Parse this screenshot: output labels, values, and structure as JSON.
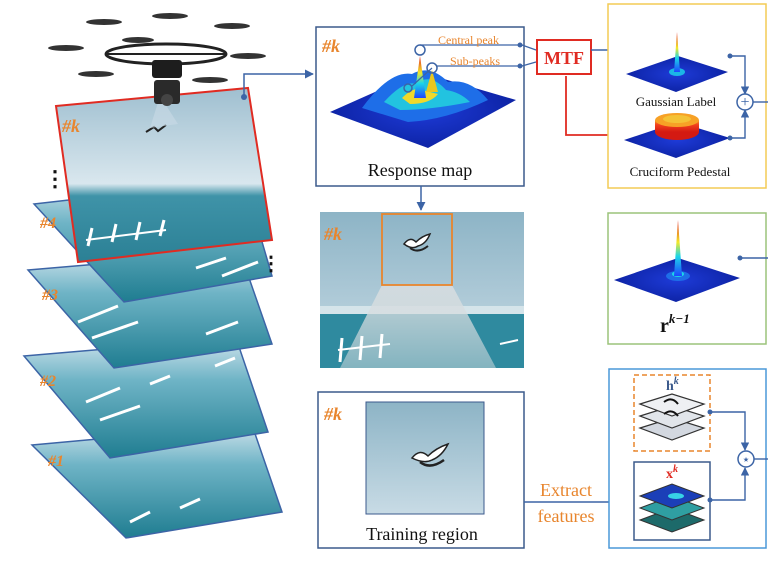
{
  "frames": {
    "current": "#k",
    "stack": [
      "#4",
      "#3",
      "#2",
      "#1"
    ],
    "ellipsis": "⋮"
  },
  "response_map": {
    "frame_label": "#k",
    "caption": "Response map",
    "central_peak": "Central peak",
    "sub_peaks": "Sub-peaks"
  },
  "mtf": {
    "label": "MTF"
  },
  "label_panel": {
    "gaussian": "Gaussian Label",
    "pedestal": "Cruciform Pedestal"
  },
  "search_view": {
    "frame_label": "#k"
  },
  "prev_response": {
    "symbol": "r",
    "superscript": "k−1"
  },
  "training": {
    "frame_label": "#k",
    "caption": "Training region",
    "extract_line1": "Extract",
    "extract_line2": "features"
  },
  "filters": {
    "h_symbol": "h",
    "h_superscript": "k",
    "x_symbol": "x",
    "x_superscript": "k"
  },
  "operators": {
    "add": "+",
    "correlate": "⋆"
  },
  "colors": {
    "accent_orange": "#e8852d",
    "mtf_red": "#e02b22",
    "box_blue": "#3b5a8c",
    "panel_yellow": "#f3cb55",
    "panel_green": "#9bc37a",
    "panel_blue": "#4a98d8",
    "arrow_blue": "#3c64a6"
  }
}
